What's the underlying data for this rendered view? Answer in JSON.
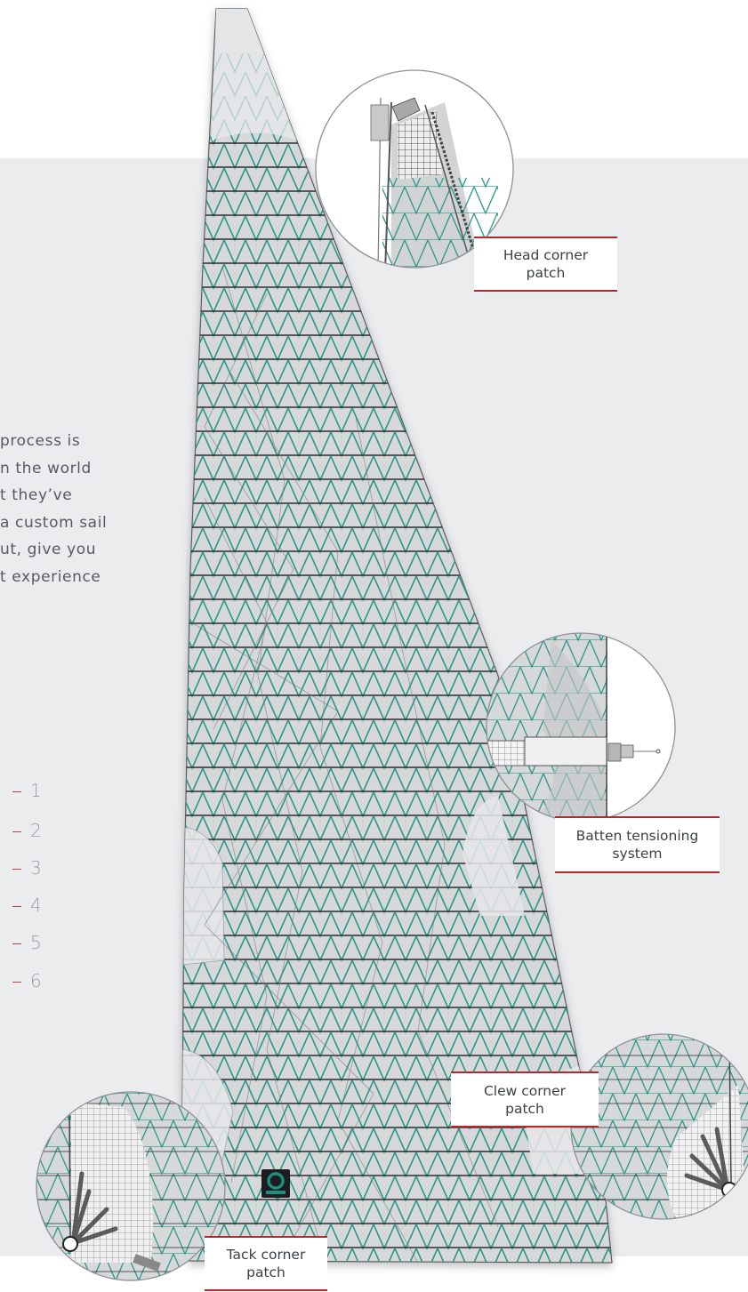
{
  "intro_lines": [
    "process is",
    "n the world",
    "t they’ve",
    "a custom sail",
    "ut, give you",
    "t experience"
  ],
  "numbered_list": [
    "1",
    "2",
    "3",
    "4",
    "5",
    "6"
  ],
  "callouts": {
    "head": [
      "Head corner",
      "patch"
    ],
    "batten": [
      "Batten tensioning",
      "system"
    ],
    "clew": [
      "Clew corner",
      "patch"
    ],
    "tack": [
      "Tack corner",
      "patch"
    ]
  },
  "colors": {
    "background_panel": "#ebecee",
    "sail_fill": "#d7d8da",
    "grid_teal": "#2f9786",
    "batten_line": "#2a2c30",
    "callout_rule": "#b8272f",
    "logo": "#1d8f7d"
  },
  "logo_icon": "brand-logo-icon"
}
